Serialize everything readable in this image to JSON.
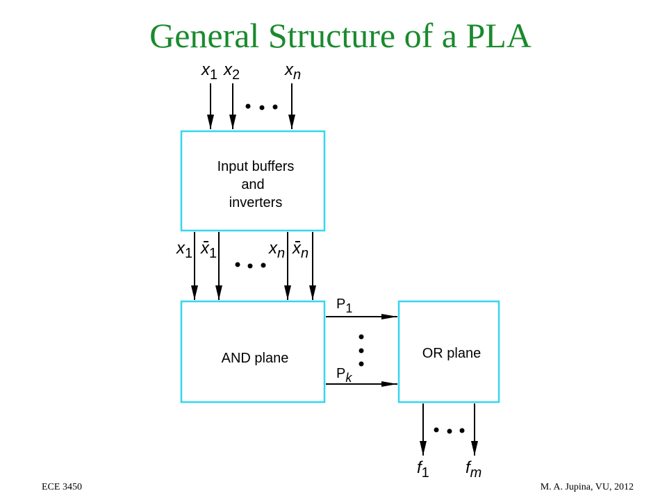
{
  "title": "General Structure of a PLA",
  "footer": {
    "left": "ECE 3450",
    "right": "M. A. Jupina, VU, 2012"
  },
  "colors": {
    "title": "#1a8a2e",
    "box_border": "#33d6f0"
  },
  "inputs": [
    {
      "base": "x",
      "sub": "1"
    },
    {
      "base": "x",
      "sub": "2"
    },
    {
      "base": "x",
      "sub": "n"
    }
  ],
  "buffer_outputs": [
    {
      "base": "x",
      "sub": "1"
    },
    {
      "base": "x",
      "sub": "1",
      "bar": true
    },
    {
      "base": "x",
      "sub": "n"
    },
    {
      "base": "x",
      "sub": "n",
      "bar": true
    }
  ],
  "blocks": {
    "buffers": {
      "lines": [
        "Input buffers",
        "and",
        "inverters"
      ]
    },
    "and_plane": {
      "label": "AND plane"
    },
    "or_plane": {
      "label": "OR plane"
    }
  },
  "product_terms": [
    {
      "base": "P",
      "sub": "1"
    },
    {
      "base": "P",
      "sub": "k"
    }
  ],
  "outputs": [
    {
      "base": "f",
      "sub": "1"
    },
    {
      "base": "f",
      "sub": "m"
    }
  ]
}
